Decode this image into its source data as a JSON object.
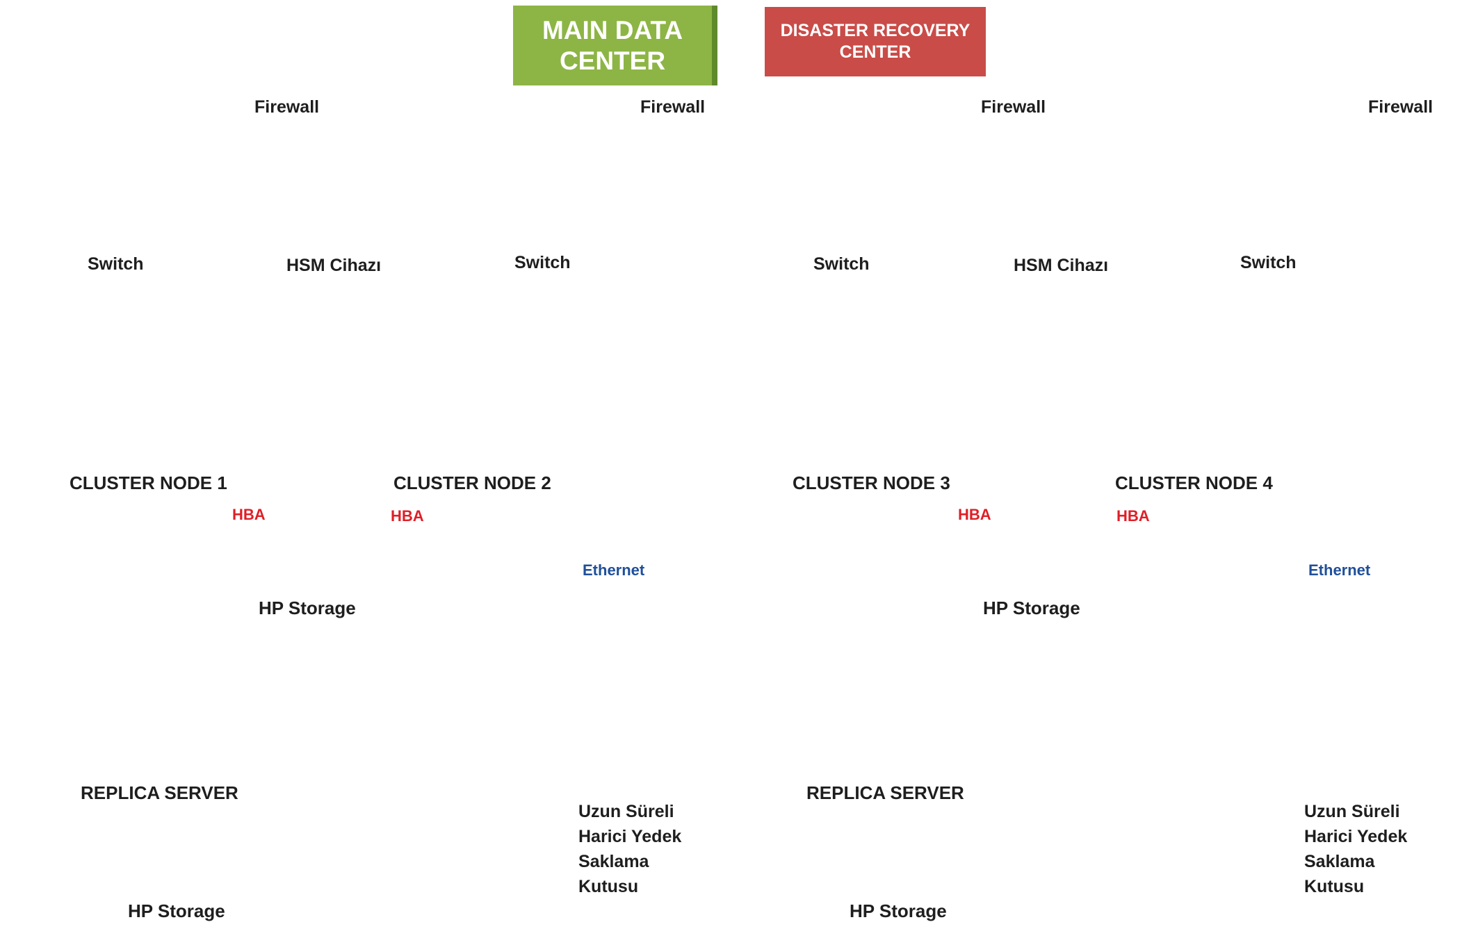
{
  "main_center": {
    "title_line1": "MAIN DATA",
    "title_line2": "CENTER",
    "title_bg": "#8db545",
    "border_color": "#8db545",
    "firewall_1": "Firewall",
    "firewall_2": "Firewall",
    "switch_left": "Switch",
    "switch_right": "Switch",
    "hsm": "HSM Cihazı",
    "node_a": "CLUSTER NODE 1",
    "node_b": "CLUSTER NODE 2",
    "hba_a": "HBA",
    "hba_b": "HBA",
    "storage_top": "HP Storage",
    "ethernet": "Ethernet",
    "replica": "REPLICA SERVER",
    "storage_bottom": "HP Storage",
    "backup_lines": [
      "Uzun Süreli",
      "Harici Yedek",
      "Saklama",
      "Kutusu"
    ]
  },
  "dr_center": {
    "title_line1": "DISASTER RECOVERY",
    "title_line2": "CENTER",
    "title_bg": "#c94c48",
    "border_color": "#e8874a",
    "firewall_1": "Firewall",
    "firewall_2": "Firewall",
    "switch_left": "Switch",
    "switch_right": "Switch",
    "hsm": "HSM Cihazı",
    "node_a": "CLUSTER NODE 3",
    "node_b": "CLUSTER NODE 4",
    "hba_a": "HBA",
    "hba_b": "HBA",
    "storage_top": "HP Storage",
    "ethernet": "Ethernet",
    "replica": "REPLICA SERVER",
    "storage_bottom": "HP Storage",
    "backup_lines": [
      "Uzun Süreli",
      "Harici Yedek",
      "Saklama",
      "Kutusu"
    ]
  },
  "colors": {
    "network_link": "#2f62ad",
    "hba_link": "#e01e26"
  }
}
